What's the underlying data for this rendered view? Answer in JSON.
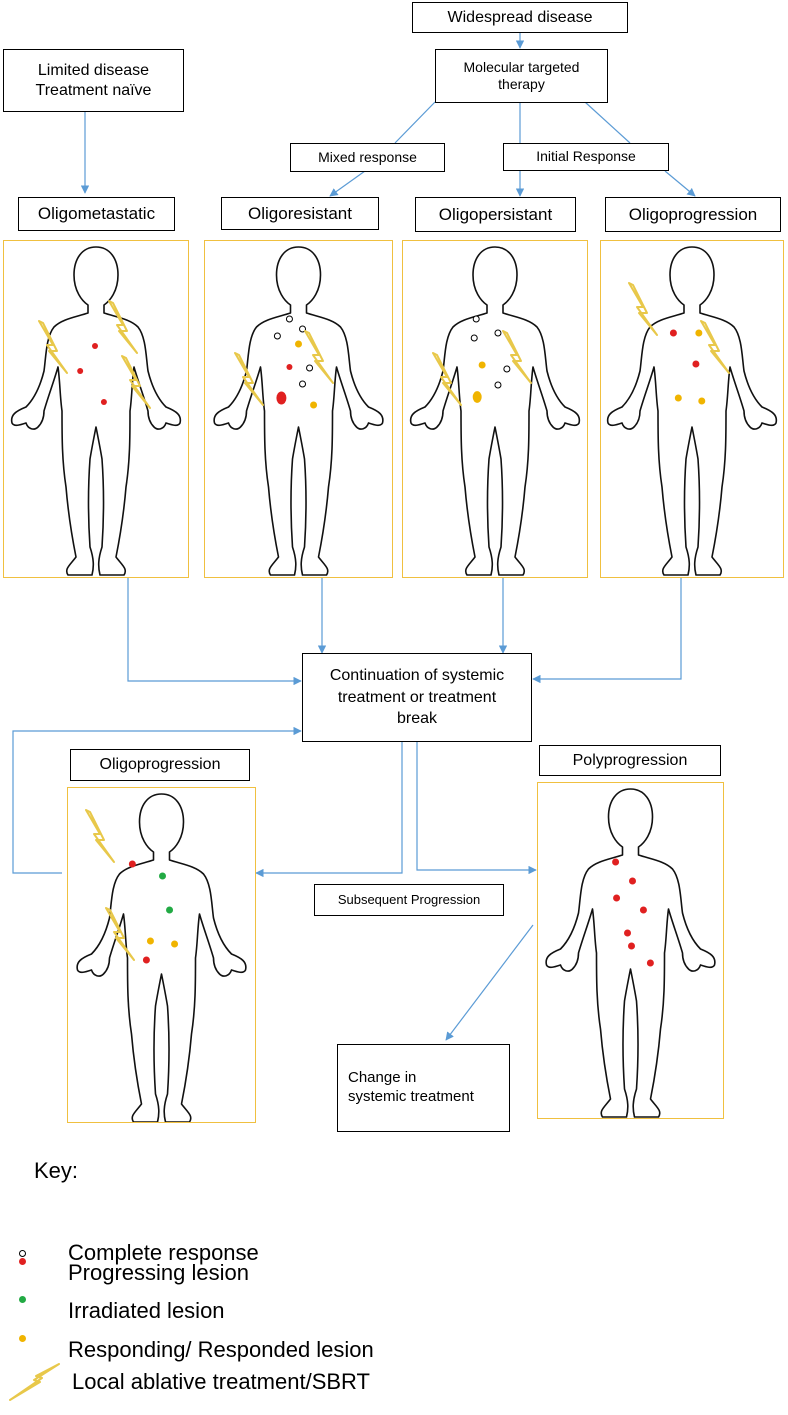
{
  "boxes": {
    "widespread": "Widespread disease",
    "limited": "Limited disease\nTreatment naïve",
    "molecular": "Molecular targeted\ntherapy",
    "mixed": "Mixed response",
    "initial": "Initial Response",
    "oligometastatic": "Oligometastatic",
    "oligoresistant": "Oligoresistant",
    "oligopersistant": "Oligopersistant",
    "oligoprogression_top": "Oligoprogression",
    "continuation": "Continuation of systemic\ntreatment or treatment\nbreak",
    "oligoprogression_bottom": "Oligoprogression",
    "polyprogression": "Polyprogression",
    "subsequent": "Subsequent Progression",
    "change": "Change in\nsystemic treatment"
  },
  "key": {
    "title": "Key:",
    "complete": "Complete response",
    "progressing": "Progressing lesion",
    "irradiated": "Irradiated lesion",
    "responding": "Responding/ Responded lesion",
    "ablative": "Local ablative treatment/SBRT"
  },
  "colors": {
    "arrow": "#5b9bd5",
    "panel_border": "#f0c040",
    "progressing": "#e02020",
    "irradiated": "#22aa44",
    "responding": "#f0b400",
    "bolt": "#e8c84a"
  }
}
